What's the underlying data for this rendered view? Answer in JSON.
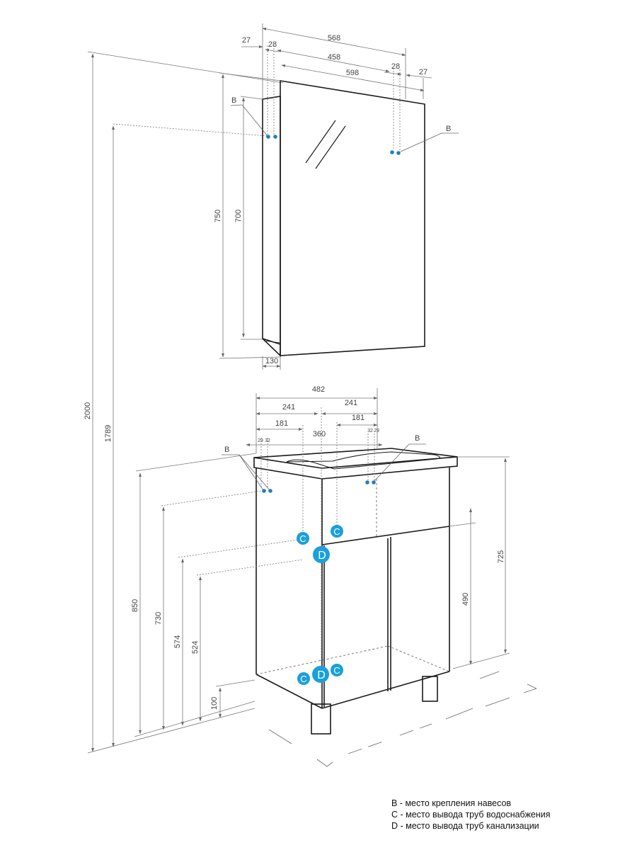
{
  "colors": {
    "line": "#1a1a1a",
    "dimension": "#666666",
    "marker": "#1aa0db",
    "point": "#1f7ec2"
  },
  "mirror": {
    "dims": {
      "width_total": "568",
      "width_front": "458",
      "width_outer": "598",
      "offset_left": "27",
      "offset_left_inner": "28",
      "offset_right_inner": "28",
      "offset_right": "27",
      "height_total": "750",
      "height_inner": "700",
      "depth": "130"
    }
  },
  "cabinet": {
    "dims": {
      "width_top": "482",
      "half_left": "241",
      "half_right": "241",
      "inner_left": "181",
      "inner_right": "181",
      "pipe_span": "360",
      "small_left_a": "29",
      "small_left_b": "32",
      "small_right_a": "32",
      "small_right_b": "29",
      "h850": "850",
      "h730": "730",
      "h574": "574",
      "h524": "524",
      "h100": "100",
      "h725": "725",
      "h490": "490"
    }
  },
  "overall": {
    "height_total": "2000",
    "height_hook": "1789"
  },
  "markers": {
    "b": "B",
    "c": "C",
    "d": "D"
  },
  "legend": {
    "b": "B - место крепления навесов",
    "c": "C - место вывода труб водоснабжения",
    "d": "D - место вывода труб канализации"
  }
}
